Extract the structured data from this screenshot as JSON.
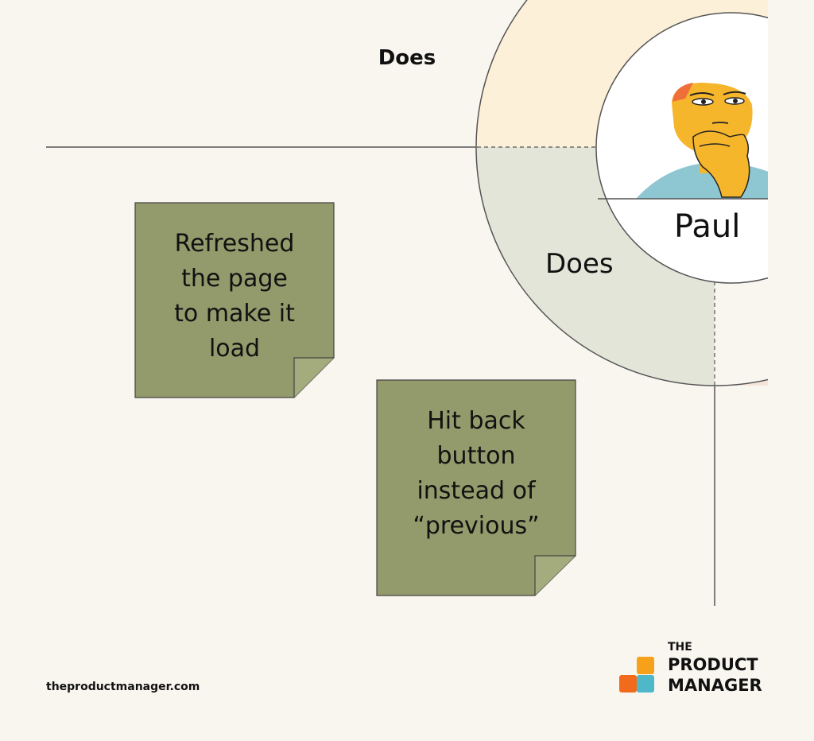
{
  "title": "Does",
  "persona": {
    "name": "Paul",
    "quadrant_label": "Does"
  },
  "notes": [
    {
      "lines": [
        "Refreshed",
        "the page",
        "to make it",
        "load"
      ],
      "color": "#939a6b"
    },
    {
      "lines": [
        "Hit back",
        "button",
        "instead of",
        "“previous”"
      ],
      "color": "#939a6b"
    }
  ],
  "footer": {
    "url": "theproductmanager.com",
    "logo_line1": "THE",
    "logo_line2": "PRODUCT",
    "logo_line3": "MANAGER"
  },
  "colors": {
    "background": "#f9f6f0",
    "does_ring": "#e3e5d9",
    "top_ring": "#fdf0d8",
    "right_ring": "#f7e4d9",
    "note": "#939a6b",
    "logo_orange": "#f7a11a",
    "logo_red": "#f26b1d",
    "logo_teal": "#4eb7c8"
  }
}
